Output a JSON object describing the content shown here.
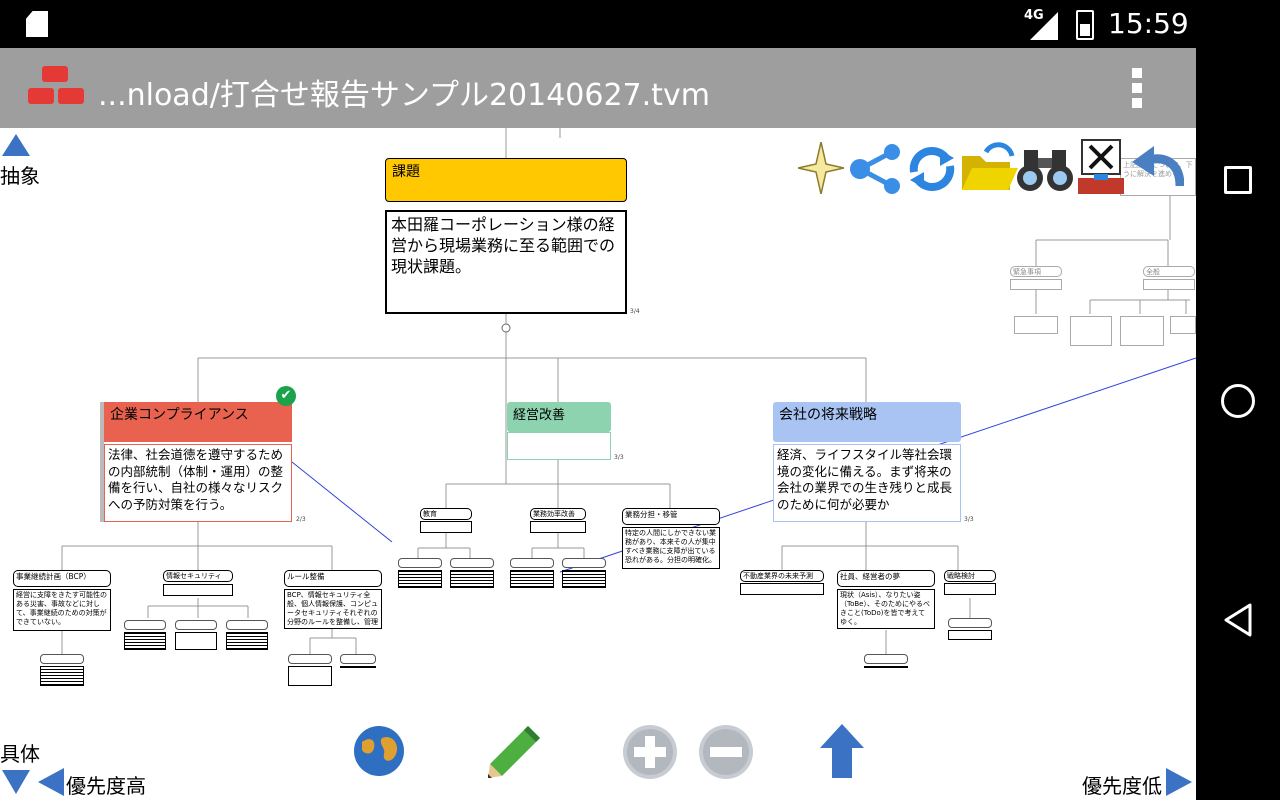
{
  "status_bar": {
    "network": "4G",
    "time": "15:59"
  },
  "app_bar": {
    "title": "...nload/打合せ報告サンプル20140627.tvm"
  },
  "map": {
    "root": {
      "title": "課題",
      "body": "本田羅コーポレーション様の経営から現場業務に至る範囲での現状課題。",
      "count": "3/4"
    },
    "branches": [
      {
        "title": "企業コンプライアンス",
        "body": "法律、社会道徳を遵守するための内部統制（体制・運用）の整備を行い、自社の様々なリスクへの予防対策を行う。",
        "count": "2/3"
      },
      {
        "title": "経営改善",
        "body": "",
        "count": "3/3"
      },
      {
        "title": "会社の将来戦略",
        "body": "経済、ライフスタイル等社会環境の変化に備える。まず将来の会社の業界での生き残りと成長のために何が必要か",
        "count": "3/3"
      }
    ],
    "sub_nodes": [
      {
        "title": "事業継続計画（BCP）",
        "body": "経営に支障をきたす可能性のある災害、事故などに対して、事業継続のための対策ができていない。"
      },
      {
        "title": "情報セキュリティ",
        "body": ""
      },
      {
        "title": "ルール整備",
        "body": "BCP、情報セキュリティ全般、個人情報保護、コンピュータセキュリティそれぞれの分野のルールを整備し、管理"
      },
      {
        "title": "教育",
        "body": ""
      },
      {
        "title": "業務効率改善",
        "body": ""
      },
      {
        "title": "業務分担・移管",
        "body": "特定の人間にしかできない業務があり、本来その人が集中すべき業務に支障が出ている恐れがある。分担の明確化。"
      },
      {
        "title": "不動産業界の未来予測",
        "body": ""
      },
      {
        "title": "社員、経営者の夢",
        "body": "現状（Asis）、なりたい姿（ToBe）、そのためにやるべきこと(ToDo)を皆で考えてゆく。"
      },
      {
        "title": "戦略検討",
        "body": ""
      }
    ],
    "right_nodes": [
      "緊急事項",
      "全般"
    ],
    "note_partial": "上記課題について、下うに解決を進める。"
  },
  "labels": {
    "abstract": "抽象",
    "concrete": "具体",
    "priority_high": "優先度高",
    "priority_low": "優先度低"
  },
  "icons": [
    "sparkle-icon",
    "share-icon",
    "refresh-icon",
    "folder-open-icon",
    "binoculars-icon",
    "close-window-icon",
    "undo-icon",
    "globe-icon",
    "pencil-icon",
    "zoom-in-icon",
    "zoom-out-icon",
    "up-arrow-icon"
  ],
  "colors": {
    "root_header": "#ffc800",
    "branch1": "#e8624f",
    "branch2": "#8ed3b0",
    "branch3": "#a9c4f3",
    "app_bar": "#9e9e9e",
    "status_bar": "#000000"
  }
}
